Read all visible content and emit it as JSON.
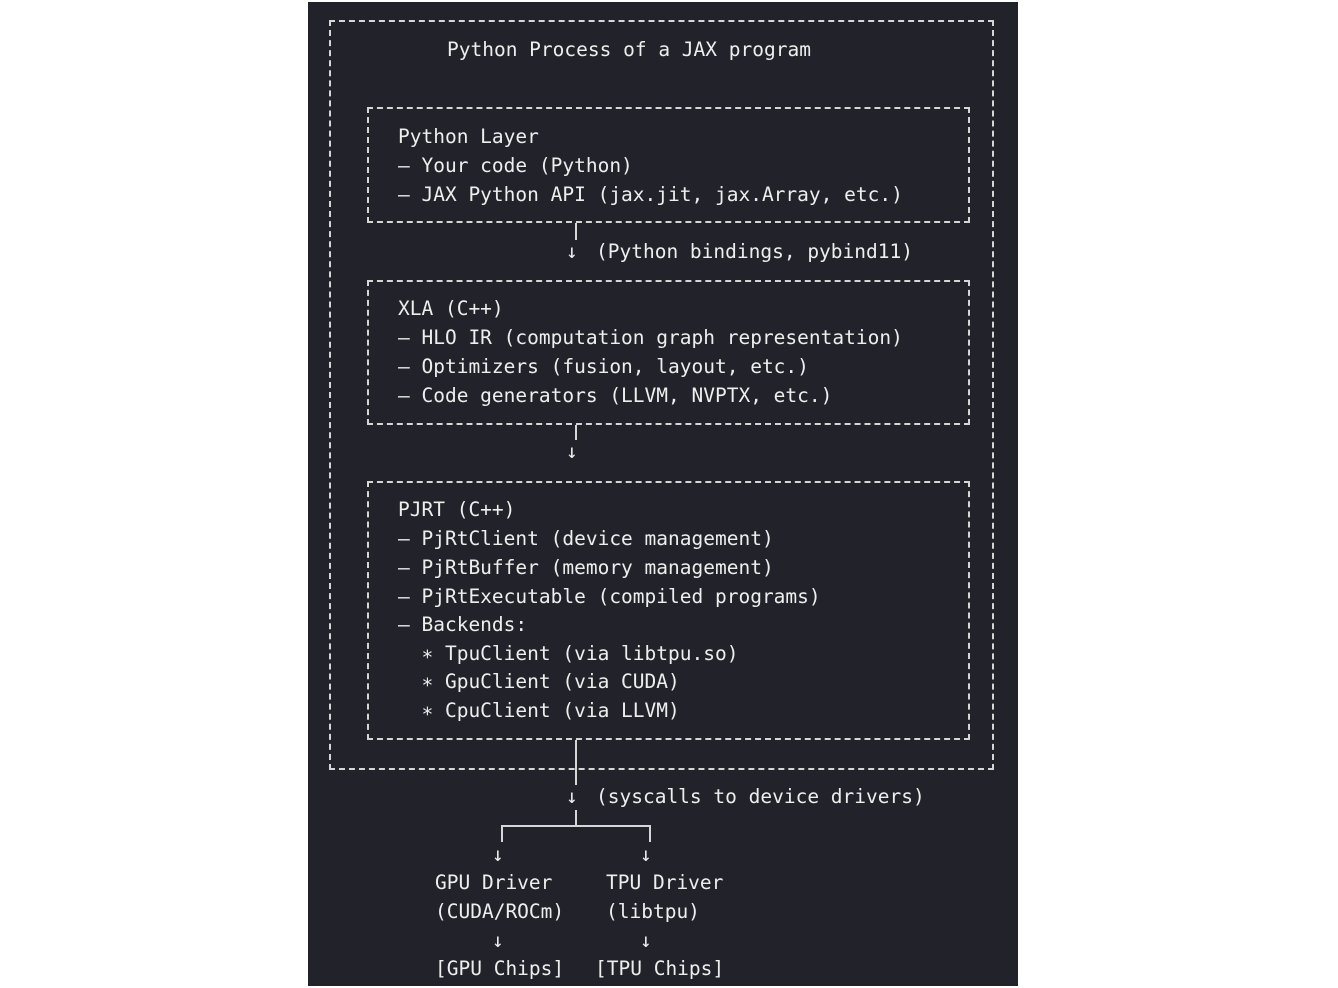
{
  "outer": {
    "title": "Python Process of a JAX program"
  },
  "python_layer": {
    "title": "Python Layer",
    "lines": [
      "– Your code (Python)",
      "– JAX Python API (jax.jit, jax.Array, etc.)"
    ]
  },
  "edge_bindings": "(Python bindings, pybind11)",
  "xla": {
    "title": "XLA (C++)",
    "lines": [
      "– HLO IR (computation graph representation)",
      "– Optimizers (fusion, layout, etc.)",
      "– Code generators (LLVM, NVPTX, etc.)"
    ]
  },
  "pjrt": {
    "title": "PJRT (C++)",
    "lines": [
      "– PjRtClient (device management)",
      "– PjRtBuffer (memory management)",
      "– PjRtExecutable (compiled programs)",
      "– Backends:",
      "  ∗ TpuClient (via libtpu.so)",
      "  ∗ GpuClient (via CUDA)",
      "  ∗ CpuClient (via LLVM)"
    ]
  },
  "edge_syscalls": "(syscalls to device drivers)",
  "gpu_driver": {
    "title": "GPU Driver",
    "sub": "(CUDA/ROCm)",
    "chips": "[GPU Chips]"
  },
  "tpu_driver": {
    "title": "TPU Driver",
    "sub": "(libtpu)",
    "chips": "[TPU Chips]"
  },
  "colors": {
    "background": "#22232a",
    "text": "#eeeeee",
    "border": "#d6d6d6"
  }
}
